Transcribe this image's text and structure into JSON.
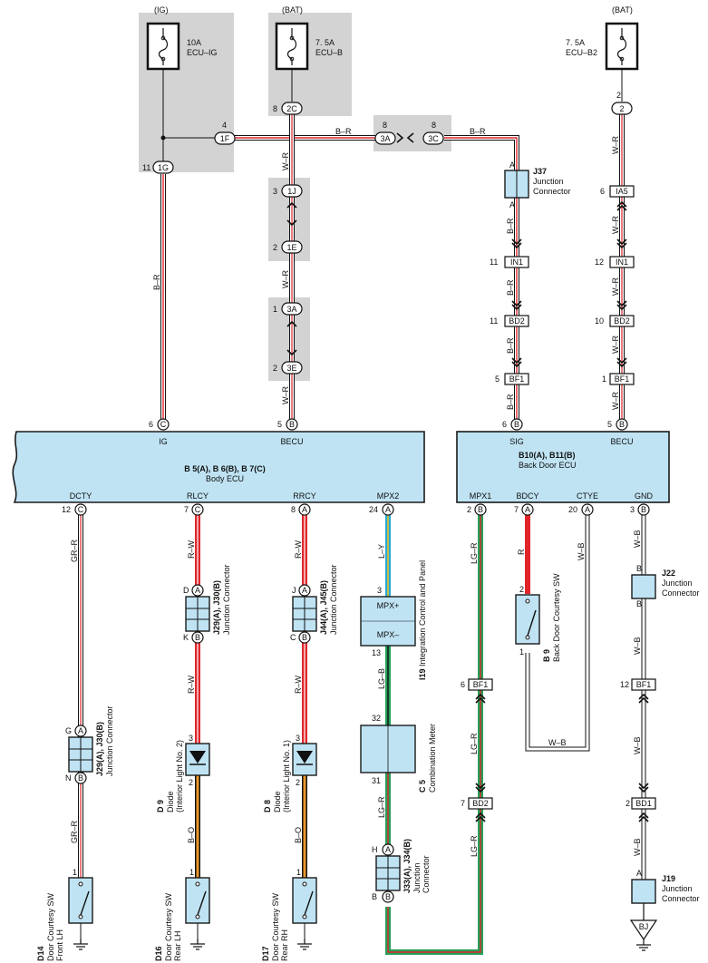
{
  "fuses": [
    {
      "supply": "(IG)",
      "rating": "10A",
      "name": "ECU–IG"
    },
    {
      "supply": "(BAT)",
      "rating": "7. 5A",
      "name": "ECU–B"
    },
    {
      "supply": "(BAT)",
      "rating": "7. 5A",
      "name": "ECU–B2"
    }
  ],
  "body_ecu": {
    "code": "B 5(A), B 6(B), B 7(C)",
    "name": "Body ECU",
    "top_pins": [
      {
        "name": "IG",
        "pin": "6",
        "conn": "C"
      },
      {
        "name": "BECU",
        "pin": "5",
        "conn": "B"
      }
    ],
    "bottom_pins": [
      {
        "name": "DCTY",
        "pin": "12",
        "conn": "C"
      },
      {
        "name": "RLCY",
        "pin": "7",
        "conn": "C"
      },
      {
        "name": "RRCY",
        "pin": "8",
        "conn": "A"
      },
      {
        "name": "MPX2",
        "pin": "24",
        "conn": "A"
      }
    ]
  },
  "back_door_ecu": {
    "code": "B10(A), B11(B)",
    "name": "Back Door ECU",
    "top_pins": [
      {
        "name": "SIG",
        "pin": "6",
        "conn": "B"
      },
      {
        "name": "BECU",
        "pin": "5",
        "conn": "B"
      }
    ],
    "bottom_pins": [
      {
        "name": "MPX1",
        "pin": "2",
        "conn": "B"
      },
      {
        "name": "BDCY",
        "pin": "7",
        "conn": "A"
      },
      {
        "name": "CTYE",
        "pin": "20",
        "conn": "A"
      },
      {
        "name": "GND",
        "pin": "3",
        "conn": "B"
      }
    ]
  },
  "wire_colors": {
    "BR": "B–R",
    "WR": "W–R",
    "GRR": "GR–R",
    "RW": "R–W",
    "LY": "L–Y",
    "LGB": "LG–B",
    "LGR": "LG–R",
    "R": "R",
    "WB": "W–B",
    "BO": "B–O"
  },
  "connectors": {
    "1G": "1G",
    "1F": "1F",
    "2C": "2C",
    "3A": "3A",
    "3C": "3C",
    "1J": "1J",
    "1E": "1E",
    "3E": "3E",
    "IN1": "IN1",
    "BD2": "BD2",
    "BF1": "BF1",
    "IA5": "IA5",
    "BD1": "BD1",
    "BJ": "BJ"
  },
  "pin_numbers": {
    "p11": "11",
    "p4": "4",
    "p8": "8",
    "p3": "3",
    "p2": "2",
    "p1": "1",
    "p6": "6",
    "p5": "5",
    "p12": "12",
    "p10": "10",
    "p7": "7",
    "p24": "24",
    "p13": "13",
    "p32": "32",
    "p31": "31",
    "p20": "20"
  },
  "pin_letters": {
    "A": "A",
    "B": "B",
    "C": "C",
    "D": "D",
    "K": "K",
    "J": "J",
    "G": "G",
    "N": "N",
    "H": "H"
  },
  "components": {
    "j37": {
      "code": "J37",
      "name1": "Junction",
      "name2": "Connector"
    },
    "j22": {
      "code": "J22",
      "name1": "Junction",
      "name2": "Connector"
    },
    "j19": {
      "code": "J19",
      "name1": "Junction",
      "name2": "Connector"
    },
    "j29a": {
      "code": "J29(A), J30(B)",
      "name": "Junction Connector"
    },
    "j29b": {
      "code": "J29(A), J30(B)",
      "name": "Junction Connector"
    },
    "j44": {
      "code": "J44(A), J45(B)",
      "name": "Junction Connector"
    },
    "j33": {
      "code": "J33(A), J34(B)",
      "name1": "Junction",
      "name2": "Connector"
    },
    "i19": {
      "code": "I19",
      "name": "Integration Control and Panel",
      "pin_hi": "MPX+",
      "pin_lo": "MPX–"
    },
    "c5": {
      "code": "C 5",
      "name": "Combination Meter"
    },
    "b9": {
      "code": "B 9",
      "name": "Back Door Courtesy SW"
    },
    "d9": {
      "code": "D 9",
      "name1": "Diode",
      "name2": "(Interior Light No. 2)"
    },
    "d8": {
      "code": "D 8",
      "name1": "Diode",
      "name2": "(Interior Light No. 1)"
    },
    "d14": {
      "code": "D14",
      "name1": "Door Courtesy SW",
      "name2": "Front LH"
    },
    "d16": {
      "code": "D16",
      "name1": "Door Courtesy SW",
      "name2": "Rear LH"
    },
    "d17": {
      "code": "D17",
      "name1": "Door Courtesy SW",
      "name2": "Rear RH"
    }
  },
  "colors": {
    "red": "#e0262b",
    "green": "#27a05a",
    "cyan": "#2aa8d8",
    "yellow": "#e8c21f",
    "orange": "#e8962b",
    "box": "#bfe3f3",
    "shade": "#d3d3d3"
  }
}
